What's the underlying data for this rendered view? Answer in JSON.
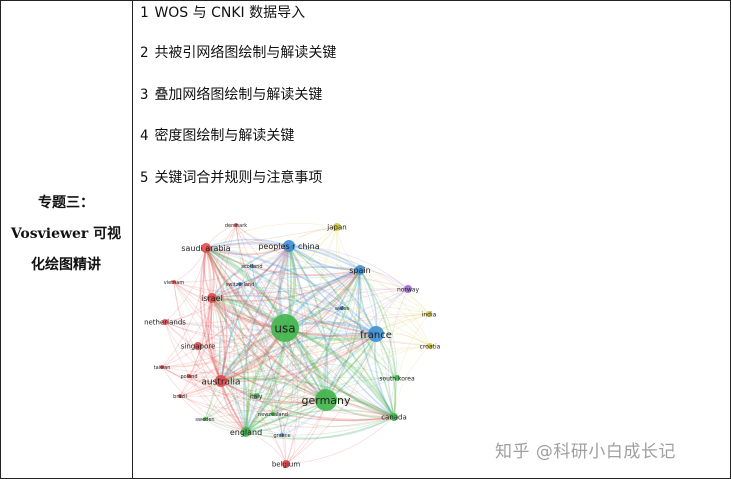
{
  "topic": {
    "line1": "专题三：",
    "line2": "Vosviewer 可视",
    "line3": "化绘图精讲"
  },
  "items": [
    {
      "num": "1",
      "text": "WOS 与 CNKI 数据导入"
    },
    {
      "num": "2",
      "text": "共被引网络图绘制与解读关键"
    },
    {
      "num": "3",
      "text": "叠加网络图绘制与解读关键"
    },
    {
      "num": "4",
      "text": "密度图绘制与解读关键"
    },
    {
      "num": "5",
      "text": "关键词合并规则与注意事项"
    }
  ],
  "network": {
    "nodes": [
      {
        "label": "usa",
        "color": "#3fb54a"
      },
      {
        "label": "germany",
        "color": "#3fb54a"
      },
      {
        "label": "france",
        "color": "#3c8fd6"
      },
      {
        "label": "peoples r china",
        "color": "#3c8fd6"
      },
      {
        "label": "spain",
        "color": "#3c8fd6"
      },
      {
        "label": "australia",
        "color": "#e5484a"
      },
      {
        "label": "saudi arabia",
        "color": "#e5484a"
      },
      {
        "label": "israel",
        "color": "#e5484a"
      },
      {
        "label": "singapore",
        "color": "#e5484a"
      },
      {
        "label": "netherlands",
        "color": "#e5484a"
      },
      {
        "label": "england",
        "color": "#3fb54a"
      },
      {
        "label": "canada",
        "color": "#3fb54a"
      },
      {
        "label": "belgium",
        "color": "#e5484a"
      },
      {
        "label": "japan",
        "color": "#d8c83a"
      },
      {
        "label": "norway",
        "color": "#9b6bd0"
      },
      {
        "label": "india",
        "color": "#d8c83a"
      },
      {
        "label": "croatia",
        "color": "#d8c83a"
      },
      {
        "label": "south korea",
        "color": "#3fb54a"
      },
      {
        "label": "italy",
        "color": "#3fb54a"
      },
      {
        "label": "newzealand",
        "color": "#3fb54a"
      },
      {
        "label": "greece",
        "color": "#3c8fd6"
      },
      {
        "label": "sweden",
        "color": "#3fb54a"
      },
      {
        "label": "brazil",
        "color": "#e5484a"
      },
      {
        "label": "taiwan",
        "color": "#e5484a"
      },
      {
        "label": "poland",
        "color": "#e5484a"
      },
      {
        "label": "vietnam",
        "color": "#e5484a"
      },
      {
        "label": "denmark",
        "color": "#e5484a"
      },
      {
        "label": "scotland",
        "color": "#3c8fd6"
      },
      {
        "label": "switzerland",
        "color": "#3c8fd6"
      },
      {
        "label": "wales",
        "color": "#3c8fd6"
      }
    ]
  },
  "watermark": "知乎 @科研小白成长记"
}
